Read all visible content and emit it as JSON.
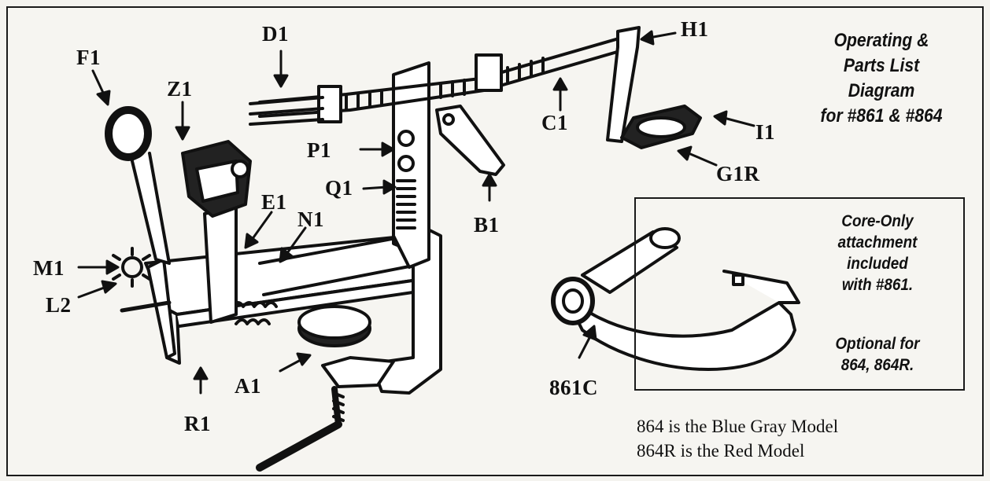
{
  "title": {
    "lines": [
      "Operating &",
      "Parts List",
      "Diagram",
      "for #861 & #864"
    ]
  },
  "labels": {
    "D1": "D1",
    "H1": "H1",
    "F1": "F1",
    "Z1": "Z1",
    "C1": "C1",
    "I1": "I1",
    "P1": "P1",
    "G1R": "G1R",
    "Q1": "Q1",
    "E1": "E1",
    "B1": "B1",
    "N1": "N1",
    "M1": "M1",
    "L2": "L2",
    "A1": "A1",
    "R1": "R1",
    "C861": "861C"
  },
  "inset": {
    "core_note": [
      "Core-Only",
      "attachment",
      "included",
      "with #861."
    ],
    "optional_note": [
      "Optional for",
      "864, 864R."
    ]
  },
  "models": {
    "line1": "864 is the Blue Gray Model",
    "line2": "864R is the Red Model"
  }
}
